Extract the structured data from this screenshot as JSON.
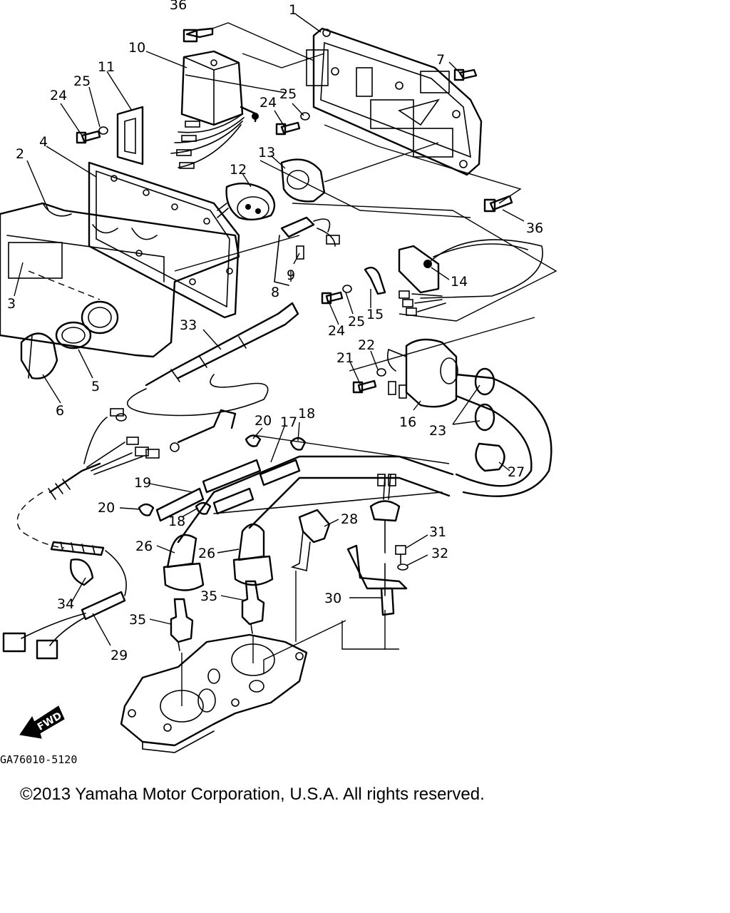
{
  "diagram": {
    "labels": [
      "1",
      "2",
      "3",
      "4",
      "5",
      "6",
      "7",
      "8",
      "9",
      "10",
      "11",
      "12",
      "13",
      "14",
      "15",
      "16",
      "17",
      "18",
      "19",
      "20",
      "21",
      "22",
      "23",
      "24",
      "25",
      "26",
      "27",
      "28",
      "29",
      "30",
      "31",
      "32",
      "33",
      "34",
      "35",
      "36"
    ],
    "drawing_code": "GA76010-5120",
    "fwd_marker": "FWD"
  },
  "footer": {
    "copyright": "©2013 Yamaha Motor Corporation, U.S.A. All rights reserved."
  }
}
